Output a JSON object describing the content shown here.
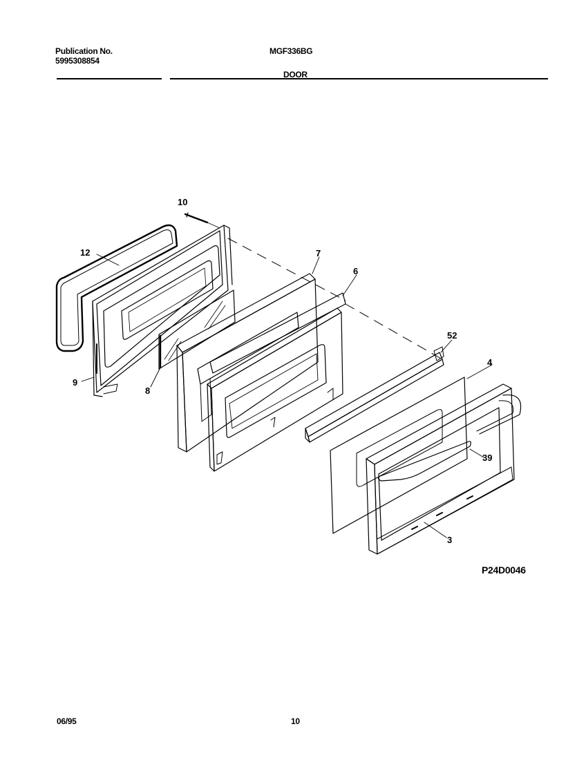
{
  "header": {
    "publication_label": "Publication No.",
    "publication_number": "5995308854",
    "model": "MGF336BG",
    "section_title": "DOOR"
  },
  "diagram": {
    "id": "P24D0046",
    "callouts": [
      "10",
      "12",
      "7",
      "6",
      "52",
      "4",
      "39",
      "3",
      "9",
      "8"
    ]
  },
  "footer": {
    "date": "06/95",
    "page": "10"
  }
}
